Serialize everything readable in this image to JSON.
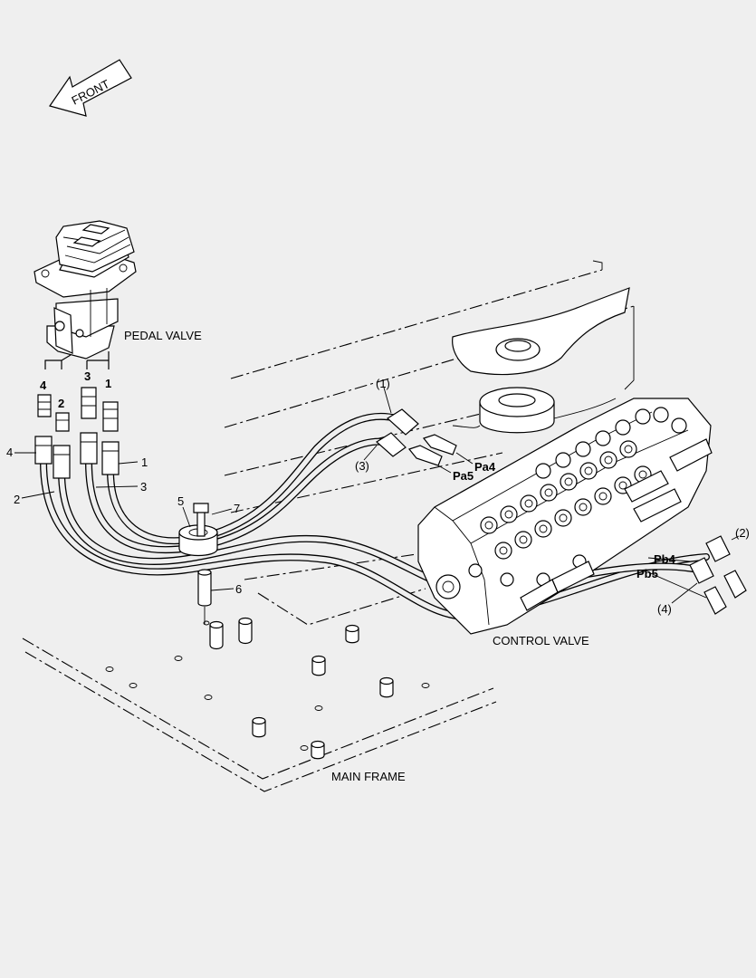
{
  "front_arrow": {
    "text": "FRONT"
  },
  "components": {
    "pedal_valve": "PEDAL VALVE",
    "control_valve": "CONTROL VALVE",
    "main_frame": "MAIN FRAME"
  },
  "ports": {
    "pa4": "Pa4",
    "pa5": "Pa5",
    "pb4": "Pb4",
    "pb5": "Pb5"
  },
  "pedal_ports": {
    "p1": "1",
    "p2": "2",
    "p3": "3",
    "p4": "4"
  },
  "callouts": {
    "c1": "1",
    "c2": "2",
    "c3": "3",
    "c4": "4",
    "c5": "5",
    "c6": "6",
    "c7": "7",
    "ref1": "(1)",
    "ref2": "(2)",
    "ref3": "(3)",
    "ref4": "(4)"
  }
}
